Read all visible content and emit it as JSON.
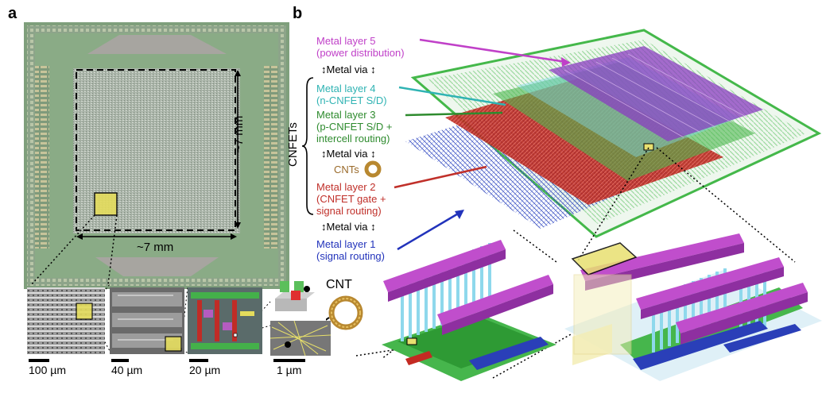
{
  "panel_a": {
    "letter": "a",
    "dim_width": "~7 mm",
    "dim_height": "~7 mm",
    "scale_bars": [
      "100 µm",
      "40 µm",
      "20 µm",
      "1 µm"
    ],
    "cnt_label": "CNT"
  },
  "panel_b": {
    "letter": "b",
    "group_label": "CNFETs",
    "layers": [
      {
        "line1": "Metal layer 5",
        "line2": "(power distribution)",
        "color": "#c040c8"
      },
      {
        "line1": "Metal layer 4",
        "line2": "(n-CNFET S/D)",
        "color": "#2fb3b3"
      },
      {
        "line1": "Metal layer 3",
        "line2": "(p-CNFET S/D +",
        "line3": "intercell routing)",
        "color": "#2e8b2e"
      },
      {
        "line1": "Metal layer 2",
        "line2": "(CNFET gate +",
        "line3": "signal routing)",
        "color": "#c0302a"
      },
      {
        "line1": "Metal layer 1",
        "line2": "(signal routing)",
        "color": "#2233bb"
      }
    ],
    "via_label": "Metal via",
    "cnts_label": "CNTs"
  },
  "colors": {
    "chip_green": "#8ea888",
    "metal5": "#b44cc4",
    "metal4": "#6fd3e0",
    "metal3": "#42b84a",
    "metal2": "#c42a22",
    "metal1": "#2a3fb8",
    "highlight": "#e8e070"
  }
}
